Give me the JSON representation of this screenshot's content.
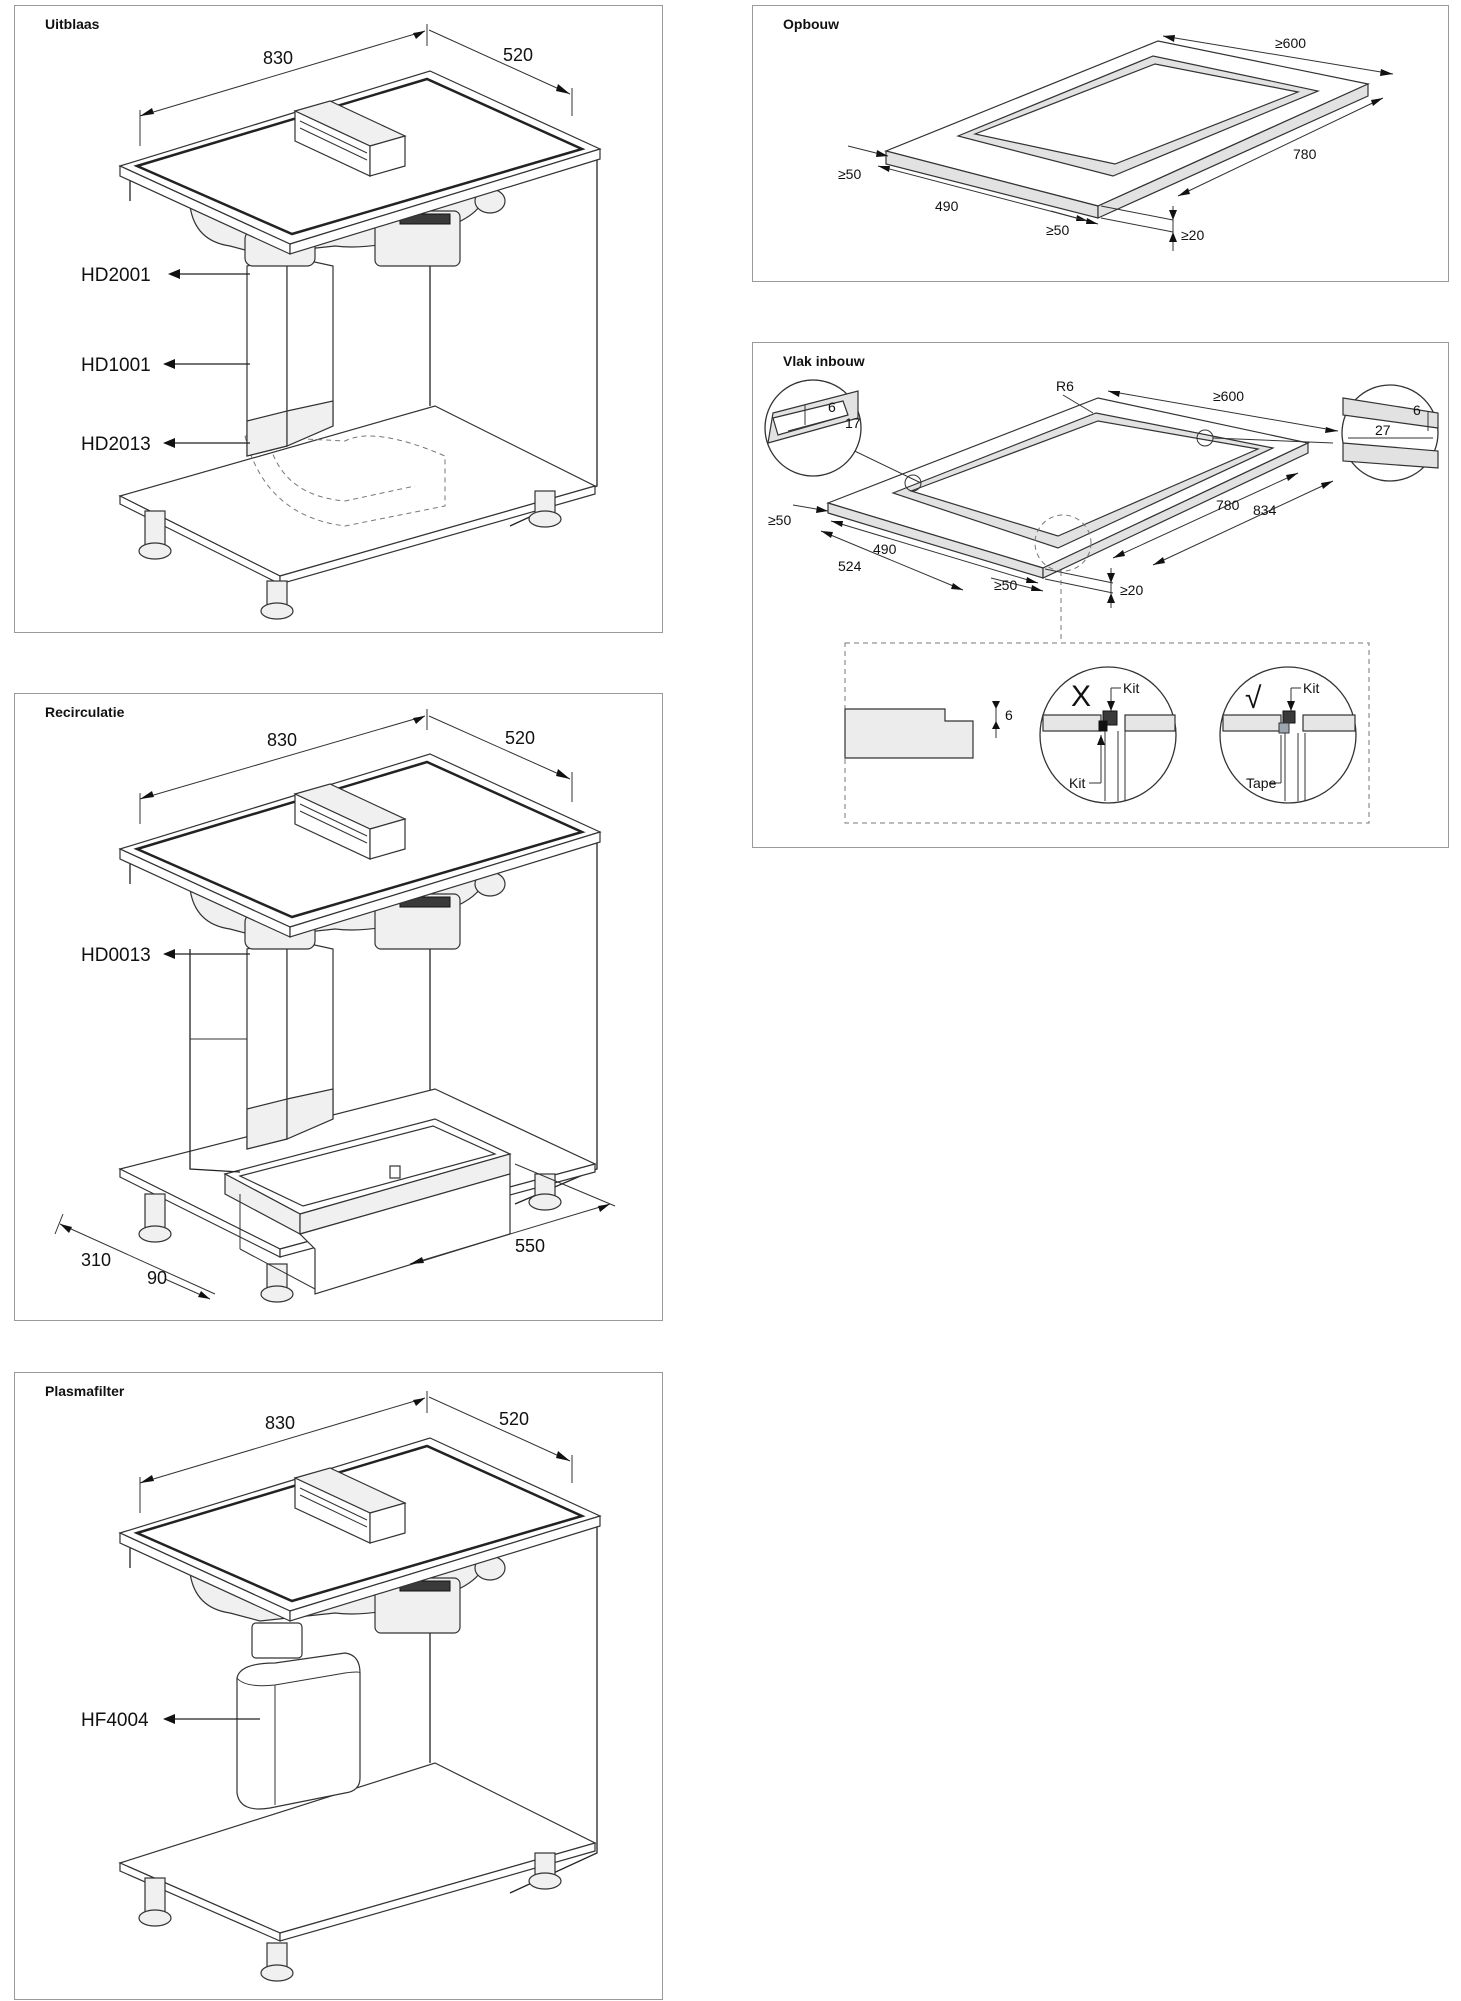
{
  "panels": {
    "uitblaas": {
      "title": "Uitblaas",
      "dims": {
        "width": "830",
        "depth": "520"
      },
      "parts": {
        "top": "HD2001",
        "middle": "HD1001",
        "bottom": "HD2013"
      }
    },
    "recirculatie": {
      "title": "Recirculatie",
      "dims": {
        "width": "830",
        "depth": "520",
        "left_depth": "310",
        "left_gap": "90",
        "right_width": "550"
      },
      "parts": {
        "main": "HD0013"
      }
    },
    "plasmafilter": {
      "title": "Plasmafilter",
      "dims": {
        "width": "830",
        "depth": "520"
      },
      "parts": {
        "main": "HF4004"
      }
    },
    "opbouw": {
      "title": "Opbouw",
      "dims": {
        "back": "≥600",
        "left": "≥50",
        "width": "490",
        "front": "≥50",
        "depth": "780",
        "height": "≥20"
      }
    },
    "vlak_inbouw": {
      "title": "Vlak inbouw",
      "dims": {
        "radius": "R6",
        "back": "≥600",
        "left_rebate": "6",
        "left_edge": "17",
        "right_rebate": "6",
        "right_edge": "27",
        "left": "≥50",
        "inner_width": "490",
        "outer_width": "524",
        "front": "≥50",
        "inner_depth": "780",
        "outer_depth": "834",
        "height": "≥20",
        "step": "6"
      },
      "details": {
        "wrong_mark": "X",
        "right_mark": "√",
        "kit_top_wrong": "Kit",
        "kit_bottom_wrong": "Kit",
        "kit_top_right": "Kit",
        "tape_label": "Tape"
      }
    }
  }
}
